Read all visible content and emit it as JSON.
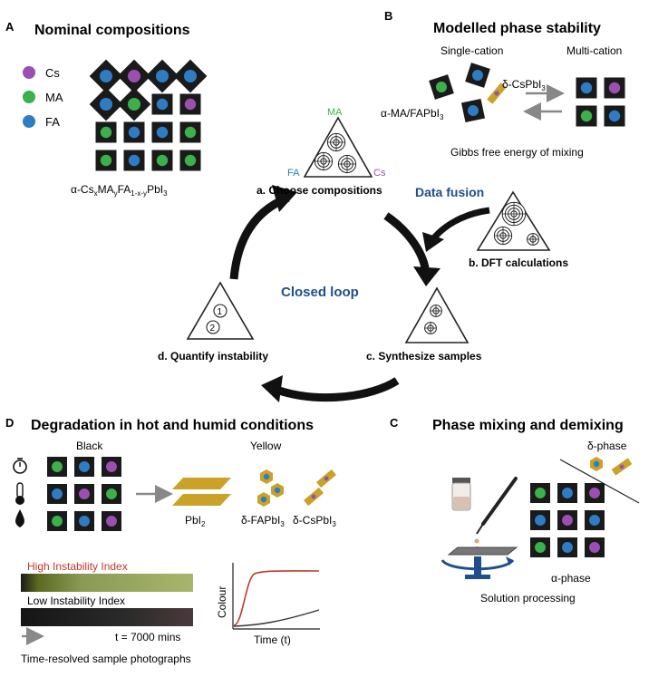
{
  "panel_A": {
    "letter": "A",
    "title": "Nominal compositions",
    "legend": [
      {
        "label": "Cs",
        "color": "#9b4fb0"
      },
      {
        "label": "MA",
        "color": "#3cb04a"
      },
      {
        "label": "FA",
        "color": "#2e7cc4"
      }
    ],
    "formula": {
      "a": "α-Cs",
      "x": "x",
      "ma": "MA",
      "y": "y",
      "fa": "FA",
      "sub": "1-x-y",
      "pb": "PbI",
      "three": "3"
    }
  },
  "panel_B": {
    "letter": "B",
    "title": "Modelled phase stability",
    "single_label": "Single-cation",
    "multi_label": "Multi-cation",
    "cs_label_main": "δ-CsPbI",
    "cs_label_sub": "3",
    "mafa_label_main": "α-MA/FAPbI",
    "mafa_label_sub": "3",
    "caption": "Gibbs free energy of mixing"
  },
  "cycle": {
    "vertex_ma": "MA",
    "vertex_fa": "FA",
    "vertex_cs": "Cs",
    "step_a": "a. Choose compositions",
    "step_b": "b. DFT calculations",
    "step_c": "c. Synthesize samples",
    "step_d": "d. Quantify instability",
    "center_label": "Closed loop",
    "data_fusion": "Data fusion",
    "num1": "1",
    "num2": "2"
  },
  "panel_D": {
    "letter": "D",
    "title": "Degradation in hot and humid conditions",
    "black_label": "Black",
    "yellow_label": "Yellow",
    "pbi2_main": "PbI",
    "pbi2_sub": "2",
    "fa_main": "δ-FAPbI",
    "fa_sub": "3",
    "cs_main": "δ-CsPbI",
    "cs_sub": "3",
    "high_label": "High Instability Index",
    "low_label": "Low Instability Index",
    "time_label": "t = 7000 mins",
    "photos_label": "Time-resolved sample photographs",
    "colour_axis": "Colour",
    "time_axis": "Time (t)"
  },
  "panel_C": {
    "letter": "C",
    "title": "Phase mixing and demixing",
    "delta_label": "δ-phase",
    "alpha_label": "α-phase",
    "caption": "Solution processing"
  },
  "colors": {
    "cs": "#9b4fb0",
    "ma": "#3cb04a",
    "fa": "#2e7cc4",
    "gold": "#c9a227",
    "navy": "#1f4e8c",
    "red": "#c0392b"
  }
}
